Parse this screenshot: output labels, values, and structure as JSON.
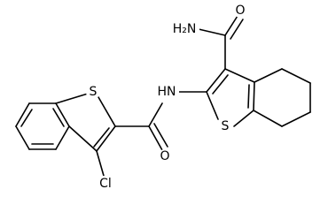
{
  "molecule": {
    "atoms": {
      "S_benzothiophene": "S",
      "Cl": "Cl",
      "O_amide_left": "O",
      "NH_amide": "HN",
      "S_thiophene": "S",
      "O_carboxamide": "O",
      "NH2_carboxamide": "H₂N"
    }
  }
}
